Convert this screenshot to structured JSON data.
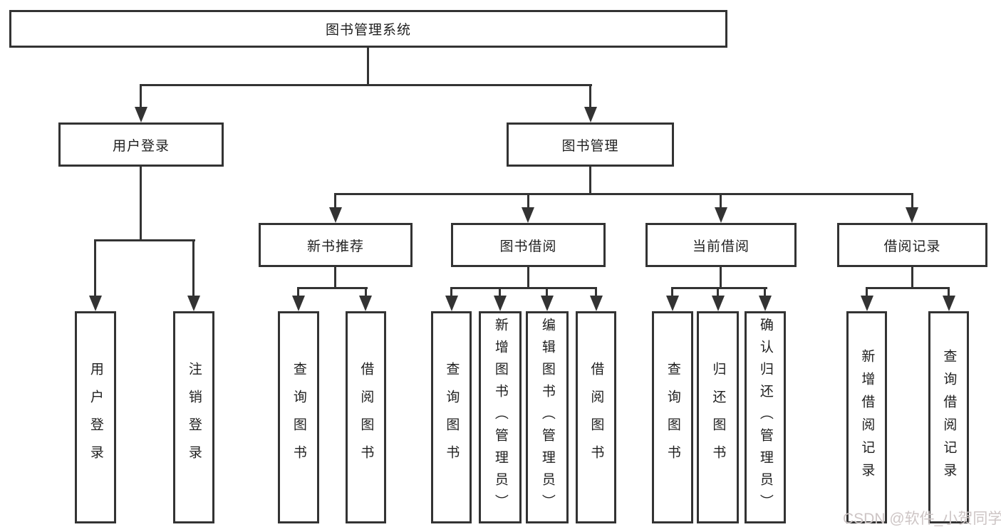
{
  "tree": {
    "label": "图书管理系统",
    "children": [
      {
        "label": "用户登录",
        "children": [
          {
            "label": "用户登录"
          },
          {
            "label": "注销登录"
          }
        ]
      },
      {
        "label": "图书管理",
        "children": [
          {
            "label": "新书推荐",
            "children": [
              {
                "label": "查询图书"
              },
              {
                "label": "借阅图书"
              }
            ]
          },
          {
            "label": "图书借阅",
            "children": [
              {
                "label": "查询图书"
              },
              {
                "label": "新增图书（管理员）"
              },
              {
                "label": "编辑图书（管理员）"
              },
              {
                "label": "借阅图书"
              }
            ]
          },
          {
            "label": "当前借阅",
            "children": [
              {
                "label": "查询图书"
              },
              {
                "label": "归还图书"
              },
              {
                "label": "确认归还（管理员）"
              }
            ]
          },
          {
            "label": "借阅记录",
            "children": [
              {
                "label": "新增借阅记录"
              },
              {
                "label": "查询借阅记录"
              }
            ]
          }
        ]
      }
    ]
  },
  "watermark": {
    "text": "CSDN @软件_小贺同学"
  },
  "theme": {
    "line_color": "#333333",
    "box_border_color": "#333333",
    "background": "#ffffff",
    "watermark_color": "#cdc5c5",
    "text_color": "#1f1f1f"
  }
}
